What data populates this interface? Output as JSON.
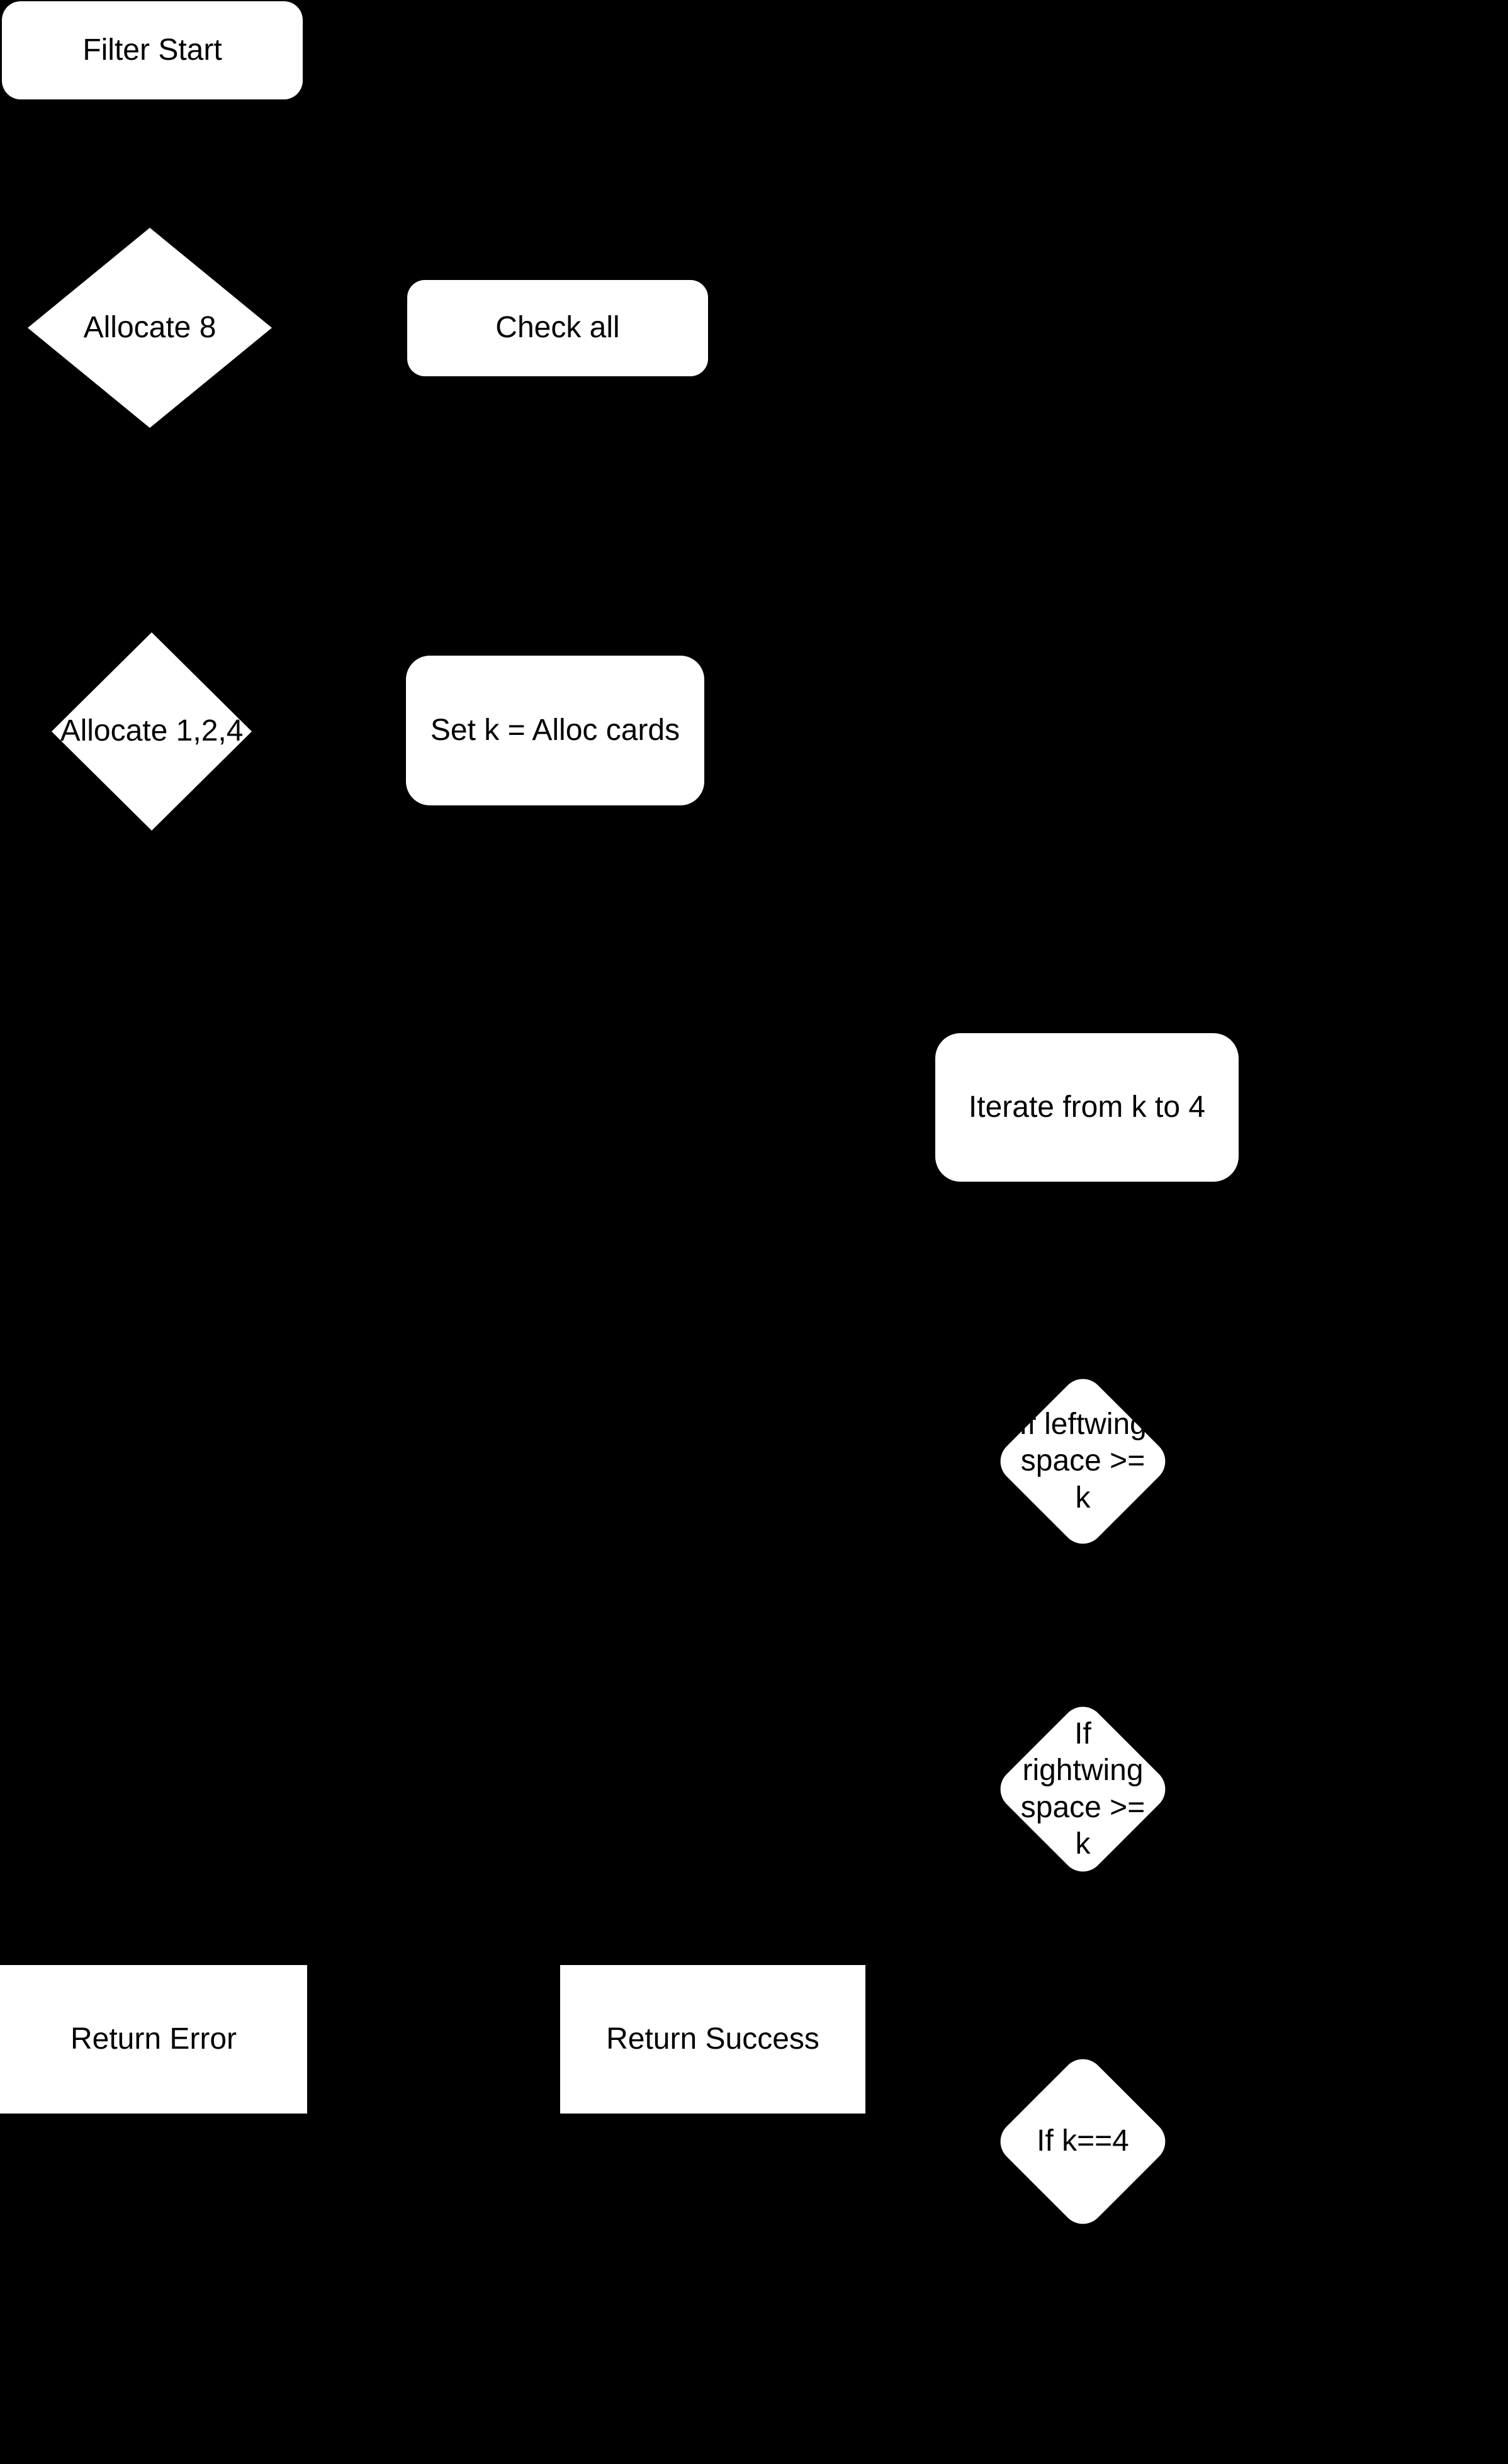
{
  "diagram": {
    "type": "flowchart",
    "colors": {
      "background": "#000000",
      "node_fill": "#ffffff",
      "node_text": "#000000"
    },
    "nodes": {
      "filter_start": {
        "label": "Filter Start",
        "shape": "rounded-rectangle"
      },
      "allocate_8": {
        "label": "Allocate 8",
        "shape": "diamond"
      },
      "check_all": {
        "label": "Check all",
        "shape": "rounded-rectangle"
      },
      "allocate_124": {
        "label": "Allocate 1,2,4",
        "shape": "diamond"
      },
      "set_k": {
        "label": "Set k = Alloc cards",
        "shape": "rounded-rectangle"
      },
      "iterate_k_to_4": {
        "label": "Iterate from k to 4",
        "shape": "rounded-rectangle"
      },
      "if_leftwing": {
        "label": "If leftwing space >= k",
        "shape": "rounded-diamond"
      },
      "if_rightwing": {
        "label": "If rightwing space >= k",
        "shape": "rounded-diamond"
      },
      "return_error": {
        "label": "Return Error",
        "shape": "rectangle"
      },
      "return_success": {
        "label": "Return Success",
        "shape": "rectangle"
      },
      "if_k_equals_4": {
        "label": "If k==4",
        "shape": "rounded-diamond"
      }
    }
  }
}
